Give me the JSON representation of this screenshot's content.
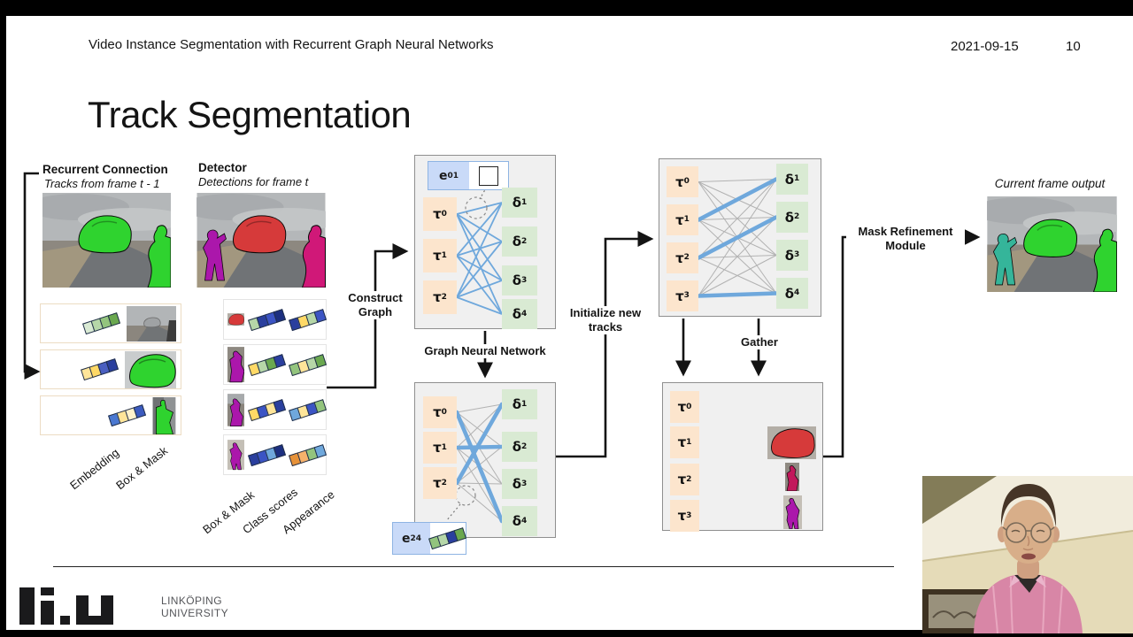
{
  "header": {
    "title": "Video Instance Segmentation with Recurrent Graph Neural Networks",
    "date": "2021-09-15",
    "page": "10"
  },
  "slide": {
    "title": "Track Segmentation",
    "recurrent": {
      "title": "Recurrent Connection",
      "subtitle": "Tracks from frame t - 1",
      "label_embedding": "Embedding",
      "label_boxmask": "Box & Mask"
    },
    "detector": {
      "title": "Detector",
      "subtitle": "Detections for frame t",
      "label_boxmask": "Box & Mask",
      "label_class": "Class scores",
      "label_appearance": "Appearance"
    },
    "flow": {
      "construct": "Construct Graph",
      "gnn": "Graph Neural Network",
      "init": "Initialize new tracks",
      "gather": "Gather",
      "refine": "Mask Refinement Module",
      "output": "Current frame output"
    },
    "nodes": {
      "tau": [
        {
          "base": "τ",
          "sub": "0"
        },
        {
          "base": "τ",
          "sub": "1"
        },
        {
          "base": "τ",
          "sub": "2"
        },
        {
          "base": "τ",
          "sub": "3"
        }
      ],
      "delta": [
        {
          "base": "δ",
          "sub": "1"
        },
        {
          "base": "δ",
          "sub": "2"
        },
        {
          "base": "δ",
          "sub": "3"
        },
        {
          "base": "δ",
          "sub": "4"
        }
      ],
      "e01": {
        "base": "e",
        "sub": "01"
      },
      "e24": {
        "base": "e",
        "sub": "24"
      }
    }
  },
  "footer": {
    "line1": "LINKÖPING",
    "line2": "UNIVERSITY"
  },
  "colors": {
    "track_node": "#fce5cd",
    "detection_node": "#d9ead3",
    "edge_blue": "#6fa8dc",
    "edge_box_bg": "#c9daf8",
    "edge_box_border": "#8eb4e3",
    "mask_green": "#2fd32f",
    "mask_red": "#d63a3a",
    "mask_magenta": "#ab17ab",
    "mask_pink": "#d01878",
    "mask_teal": "#35b59a",
    "mask_crimson": "#c2185b"
  }
}
